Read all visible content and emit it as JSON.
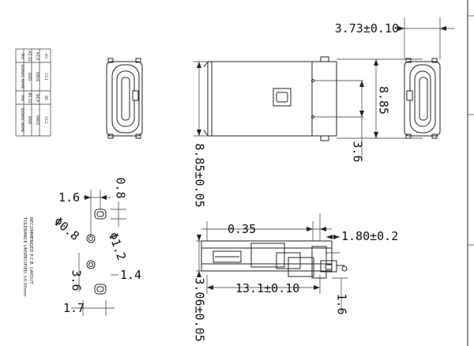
{
  "dimensions": {
    "overall_height": "3.73±0.10",
    "length_top": "8.85",
    "length_side": "8.85±0.05",
    "offset": "3.6",
    "pin_offset": "0.35",
    "tab_len": "1.80±0.2",
    "body_len": "13.1±0.10",
    "tab_height": "1.6",
    "total_height": "3.06±0.05"
  },
  "pcb_layout": {
    "title": "RECOMMENDED P.C.B. LAYOUT",
    "tolerance": "TOLERANCE UNSPECIFIED ±0.05mm",
    "dim_16": "1.6",
    "dim_08": "0.8",
    "hole_08": "Φ0.8",
    "slot_12": "Φ1.2",
    "dim_36": "3.6",
    "dim_14": "1.4",
    "dim_17": "1.7"
  },
  "pin_table": {
    "headers": [
      "PIN",
      "SIGNAL NAME",
      "PIN",
      "SIGNAL NAME"
    ],
    "rows": [
      [
        "A1,12",
        "GND",
        "B1,12",
        "GND"
      ],
      [
        "A4,9",
        "VBUS",
        "B4,9",
        "VBUS"
      ],
      [
        "A5",
        "CC1",
        "B5",
        "CC2"
      ]
    ]
  }
}
